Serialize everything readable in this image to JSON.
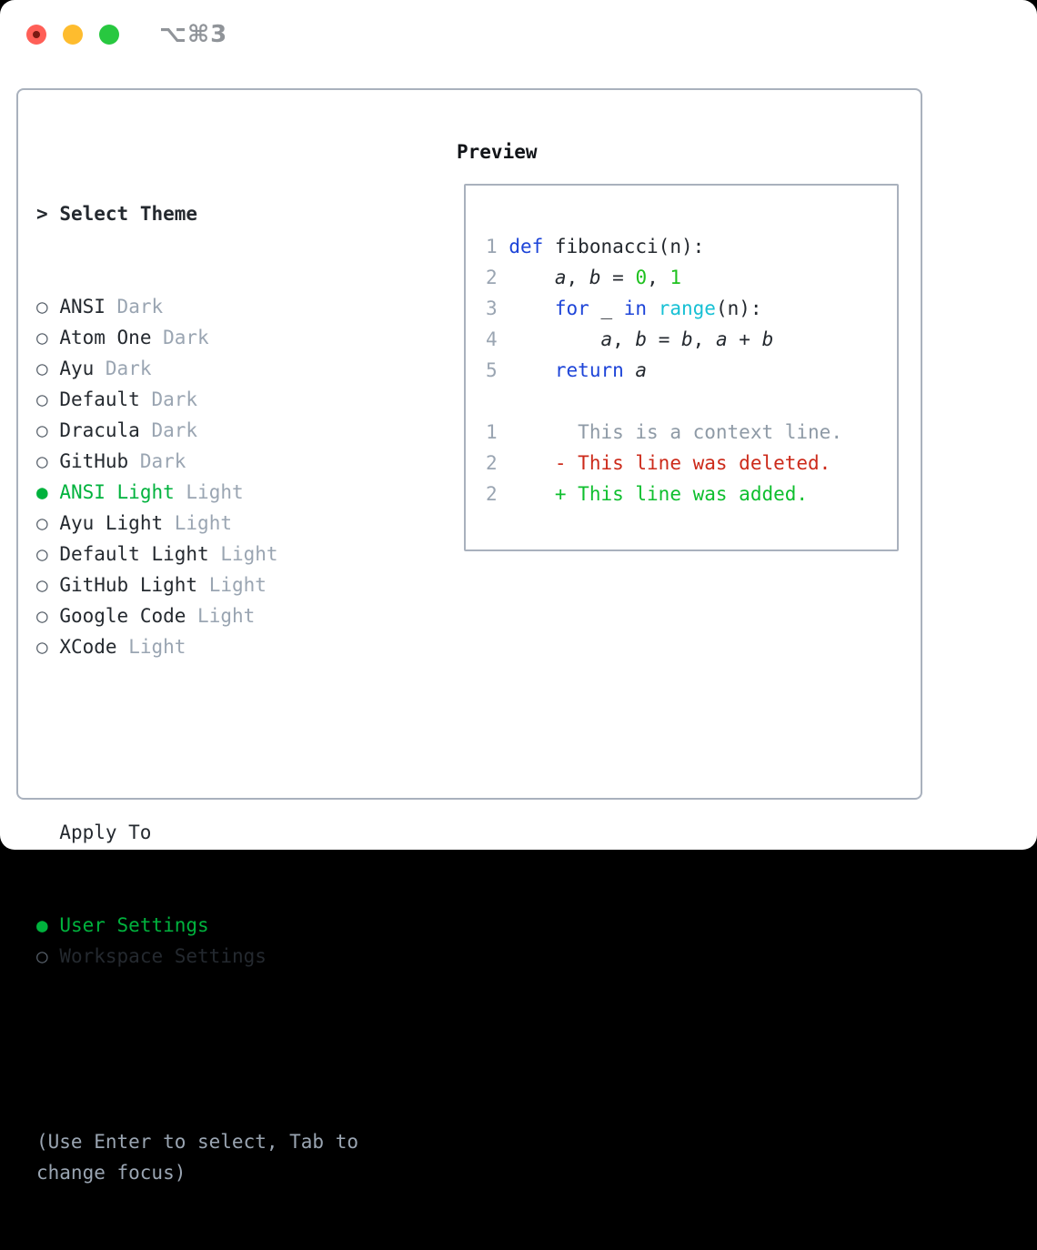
{
  "titlebar": {
    "shortcut": "⌥⌘3"
  },
  "theme_selector": {
    "prompt_prefix": ">",
    "header": "Select Theme",
    "items": [
      {
        "name": "ANSI",
        "variant": "Dark",
        "selected": false
      },
      {
        "name": "Atom One",
        "variant": "Dark",
        "selected": false
      },
      {
        "name": "Ayu",
        "variant": "Dark",
        "selected": false
      },
      {
        "name": "Default",
        "variant": "Dark",
        "selected": false
      },
      {
        "name": "Dracula",
        "variant": "Dark",
        "selected": false
      },
      {
        "name": "GitHub",
        "variant": "Dark",
        "selected": false
      },
      {
        "name": "ANSI Light",
        "variant": "Light",
        "selected": true
      },
      {
        "name": "Ayu Light",
        "variant": "Light",
        "selected": false
      },
      {
        "name": "Default Light",
        "variant": "Light",
        "selected": false
      },
      {
        "name": "GitHub Light",
        "variant": "Light",
        "selected": false
      },
      {
        "name": "Google Code",
        "variant": "Light",
        "selected": false
      },
      {
        "name": "XCode",
        "variant": "Light",
        "selected": false
      }
    ],
    "bullet_unselected": "○",
    "bullet_selected": "●"
  },
  "apply_to": {
    "header": "Apply To",
    "options": [
      {
        "label": "User Settings",
        "selected": true
      },
      {
        "label": "Workspace Settings",
        "selected": false
      }
    ]
  },
  "hint_lines": [
    "(Use Enter to select, Tab to",
    "change focus)"
  ],
  "preview": {
    "header": "Preview",
    "code_lines": [
      {
        "num": "1",
        "tokens": [
          [
            "def",
            "kw"
          ],
          [
            " fibonacci(n):",
            "fg"
          ]
        ]
      },
      {
        "num": "2",
        "tokens": [
          [
            "    ",
            "fg"
          ],
          [
            "a",
            "var"
          ],
          [
            ", ",
            "fg"
          ],
          [
            "b",
            "var"
          ],
          [
            " = ",
            "fg"
          ],
          [
            "0",
            "num"
          ],
          [
            ", ",
            "fg"
          ],
          [
            "1",
            "num"
          ]
        ]
      },
      {
        "num": "3",
        "tokens": [
          [
            "    ",
            "fg"
          ],
          [
            "for",
            "kw"
          ],
          [
            " _ ",
            "fg"
          ],
          [
            "in",
            "kw"
          ],
          [
            " ",
            "fg"
          ],
          [
            "range",
            "fn"
          ],
          [
            "(n):",
            "fg"
          ]
        ]
      },
      {
        "num": "4",
        "tokens": [
          [
            "        ",
            "fg"
          ],
          [
            "a",
            "var"
          ],
          [
            ", ",
            "fg"
          ],
          [
            "b",
            "var"
          ],
          [
            " = ",
            "fg"
          ],
          [
            "b",
            "var"
          ],
          [
            ", ",
            "fg"
          ],
          [
            "a",
            "var"
          ],
          [
            " + ",
            "fg"
          ],
          [
            "b",
            "var"
          ]
        ]
      },
      {
        "num": "5",
        "tokens": [
          [
            "    ",
            "fg"
          ],
          [
            "return",
            "kw"
          ],
          [
            " ",
            "fg"
          ],
          [
            "a",
            "var"
          ]
        ]
      },
      {
        "num": "",
        "tokens": []
      },
      {
        "num": "1",
        "tokens": [
          [
            "      This is a context line.",
            "ctx"
          ]
        ]
      },
      {
        "num": "2",
        "tokens": [
          [
            "    - This line was deleted.",
            "del"
          ]
        ]
      },
      {
        "num": "2",
        "tokens": [
          [
            "    + This line was added.",
            "add"
          ]
        ]
      }
    ]
  },
  "colors": {
    "foreground": "#24292f",
    "muted": "#9aa5b2",
    "border": "#a9b1bd",
    "keyword_blue": "#1d44d8",
    "function_cyan": "#17c0d4",
    "number_green": "#1fc11f",
    "added_green": "#0ebf2e",
    "deleted_red": "#cc2a1a",
    "selected_green": "#00b23d",
    "context_gray": "#8e9aa6",
    "traffic_red": "#ff5f57",
    "traffic_yellow": "#febc2e",
    "traffic_green": "#28c840"
  }
}
